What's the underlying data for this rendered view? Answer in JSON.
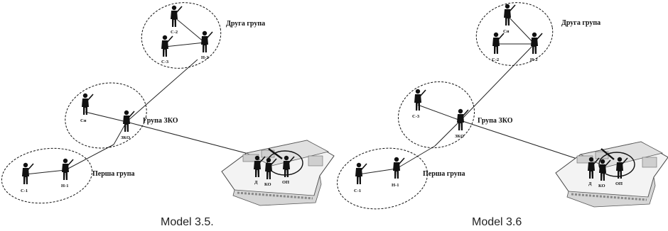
{
  "models": [
    {
      "caption": "Model 3.5.",
      "group_labels": {
        "second": "Друга група",
        "zko": "Група ЗКО",
        "first": "Перша група"
      },
      "second_group": [
        "С-2",
        "С-3",
        "Н-2"
      ],
      "zko_group": [
        "Сн",
        "ЗКО"
      ],
      "first_group": [
        "С-1",
        "Н-1"
      ],
      "vehicle_crew": [
        "Д",
        "КО",
        "ОП"
      ]
    },
    {
      "caption": "Model 3.6",
      "group_labels": {
        "second": "Друга група",
        "zko": "Група ЗКО",
        "first": "Перша група"
      },
      "second_group": [
        "Сн",
        "С-2",
        "Н-2"
      ],
      "zko_group": [
        "С-3",
        "ЗКО"
      ],
      "first_group": [
        "С-1",
        "Н-1"
      ],
      "vehicle_crew": [
        "Д",
        "КО",
        "ОП"
      ]
    }
  ]
}
